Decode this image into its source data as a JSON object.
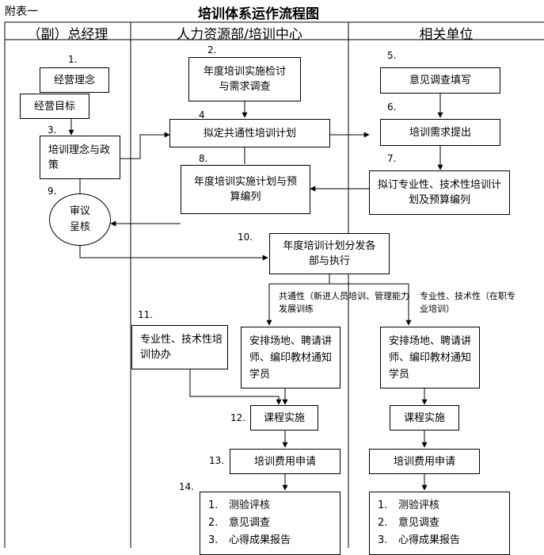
{
  "figure_label": "附表一",
  "title": "培训体系运作流程图",
  "columns": [
    "（副）总经理",
    "人力资源部/培训中心",
    "相关单位"
  ],
  "steps": {
    "s1_num": "1.",
    "s1a": "经营理念",
    "s1b": "经营目标",
    "s2_num": "2.",
    "s2": "年度培训实施检讨与需求调查",
    "s3_num": "3.",
    "s3": "培训理念与政策",
    "s4_num": "4",
    "s4": "拟定共通性培训计划",
    "s5_num": "5.",
    "s5": "意见调查填写",
    "s6_num": "6.",
    "s6": "培训需求提出",
    "s7_num": "7.",
    "s7": "拟订专业性、技术性培训计划及预算编列",
    "s8_num": "8.",
    "s8": "年度培训实施计划与预算编列",
    "s9_num": "9.",
    "s9": "审议呈核",
    "s10_num": "10.",
    "s10": "年度培训计划分发各部与执行",
    "s11_num": "11.",
    "s11": "专业性、技术性培训协办",
    "s12_num": "12.",
    "s13_num": "13.",
    "s14_num": "14."
  },
  "branch_labels": {
    "common": "共通性（新进人员培训、管理能力发展训练",
    "special": "专业性、技术性（在职专业培训）"
  },
  "arrange": "安排场地、聘请讲师、编印教材通知学员",
  "course": "课程实施",
  "fee": "培训费用申请",
  "eval_list": [
    "测验评核",
    "意见调查",
    "心得成果报告"
  ],
  "eval_nums": [
    "1.",
    "2.",
    "3."
  ],
  "para_mark": "↵"
}
